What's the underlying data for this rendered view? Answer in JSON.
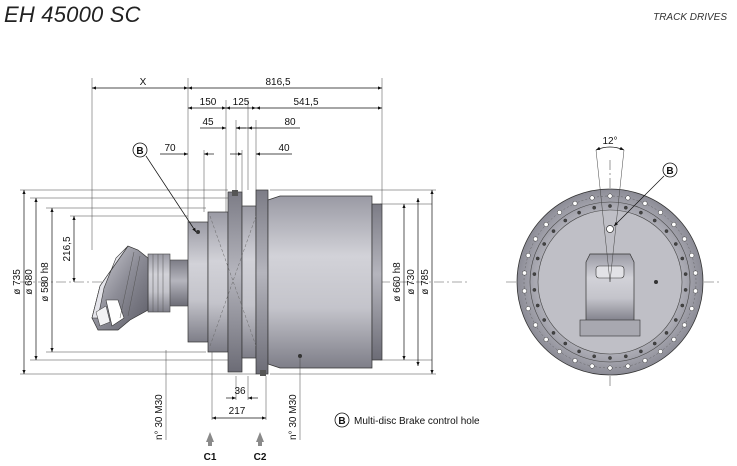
{
  "header": {
    "title": "EH 45000 SC",
    "category": "TRACK DRIVES"
  },
  "dimensions": {
    "x_label": "X",
    "overall_length": "816,5",
    "d150": "150",
    "d125": "125",
    "d541": "541,5",
    "d45": "45",
    "d80": "80",
    "d70": "70",
    "d40": "40",
    "d216": "216,5",
    "dia735": "ø 735",
    "dia680": "ø 680",
    "dia580": "ø 580 h8",
    "dia660": "ø 660 h8",
    "dia730": "ø 730",
    "dia785": "ø 785",
    "d36": "36",
    "d217": "217",
    "thread_left": "n° 30 M30",
    "thread_right": "n° 30 M30",
    "angle": "12°"
  },
  "ports": {
    "c1": "C1",
    "c2": "C2"
  },
  "callouts": {
    "b_marker": "B",
    "legend_marker": "B",
    "legend_text": "Multi-disc Brake control hole"
  }
}
